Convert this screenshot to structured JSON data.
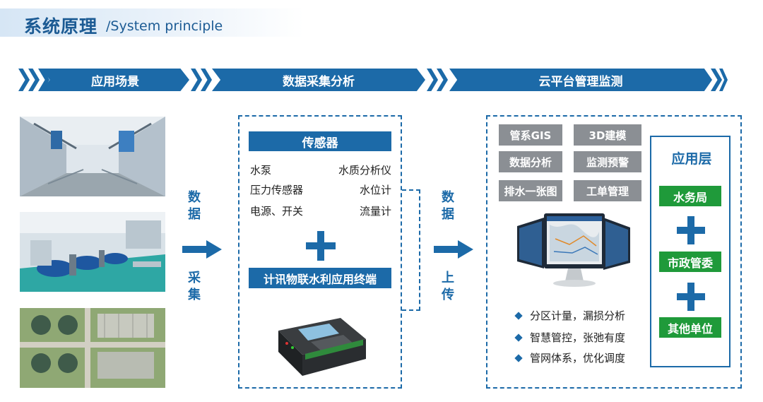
{
  "title": {
    "main": "系统原理",
    "sub": "/System principle"
  },
  "stages": [
    "应用场景",
    "数据采集分析",
    "云平台管理监测"
  ],
  "left_arrow": {
    "top": "数据",
    "bottom": "采集"
  },
  "mid_arrow": {
    "top": "数据",
    "bottom": "上传"
  },
  "collection": {
    "header": "传感器",
    "sensors": [
      [
        "水泵",
        "水质分析仪"
      ],
      [
        "压力传感器",
        "水位计"
      ],
      [
        "电源、开关",
        "流量计"
      ]
    ],
    "terminal": "计讯物联水利应用终端"
  },
  "cloud": {
    "modules": [
      "管系GIS",
      "3D建模",
      "数据分析",
      "监测预警",
      "排水一张图",
      "工单管理"
    ],
    "features": [
      "分区计量，漏损分析",
      "智慧管控，张弛有度",
      "管网体系，优化调度"
    ]
  },
  "app_layer": {
    "title": "应用层",
    "units": [
      "水务局",
      "市政管委",
      "其他单位"
    ]
  },
  "colors": {
    "primary": "#1c6aa8",
    "green": "#1f9a3a",
    "gray": "#8b8f94"
  }
}
